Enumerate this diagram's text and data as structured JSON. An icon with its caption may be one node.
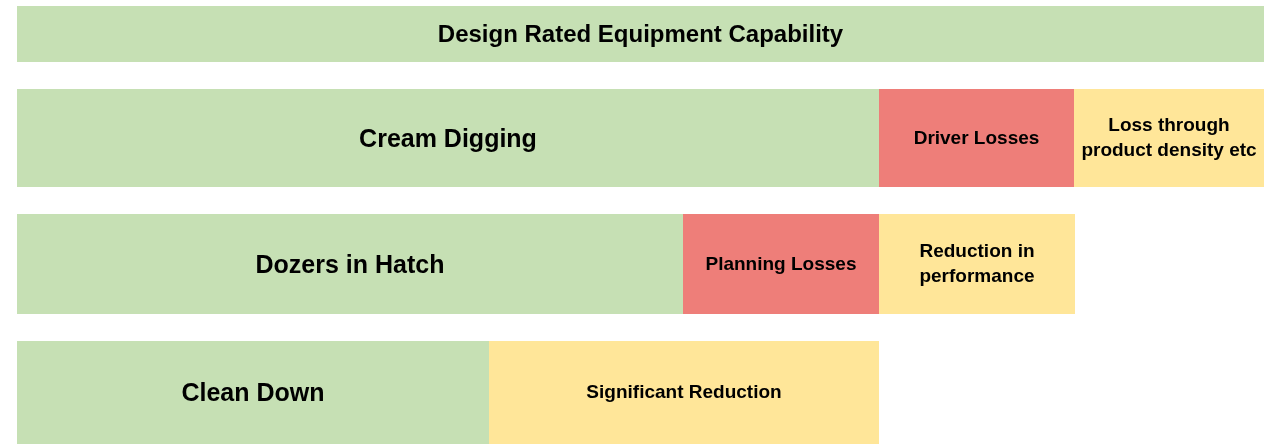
{
  "diagram": {
    "nodes": [
      {
        "text": [
          "Design Rated Equipment Capability"
        ]
      },
      {
        "text": [
          "Cream Digging"
        ]
      },
      {
        "text": [
          "Driver Losses"
        ]
      },
      {
        "text": [
          "Loss through product density etc"
        ]
      },
      {
        "text": [
          "Dozers in Hatch"
        ]
      },
      {
        "text": [
          "Planning Losses"
        ]
      },
      {
        "text": [
          "Reduction in performance"
        ]
      },
      {
        "text": [
          "Clean Down"
        ]
      },
      {
        "text": [
          "Significant Reduction"
        ]
      }
    ]
  }
}
